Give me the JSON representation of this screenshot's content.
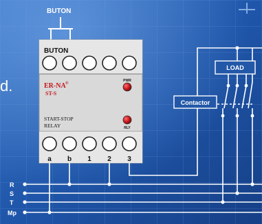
{
  "button": {
    "label": "BUTON"
  },
  "relay": {
    "header": "BUTON",
    "brand": "ER-NA",
    "brand_mark": "®",
    "model": "ST-S",
    "pwr_label": "PWR",
    "rly_label": "RLY",
    "desc_line1": "START-STOP",
    "desc_line2": "RELAY",
    "terminals": [
      "a",
      "b",
      "1",
      "2",
      "3"
    ]
  },
  "load": {
    "label": "LOAD"
  },
  "contactor": {
    "label": "Contactor"
  },
  "lines": [
    "R",
    "S",
    "T",
    "Mp"
  ],
  "edge_text": "d.",
  "colors": {
    "background": "#1d4e9e",
    "relay_body": "#d9d9d9",
    "led": "#c4161c",
    "wire": "#ffffff"
  }
}
